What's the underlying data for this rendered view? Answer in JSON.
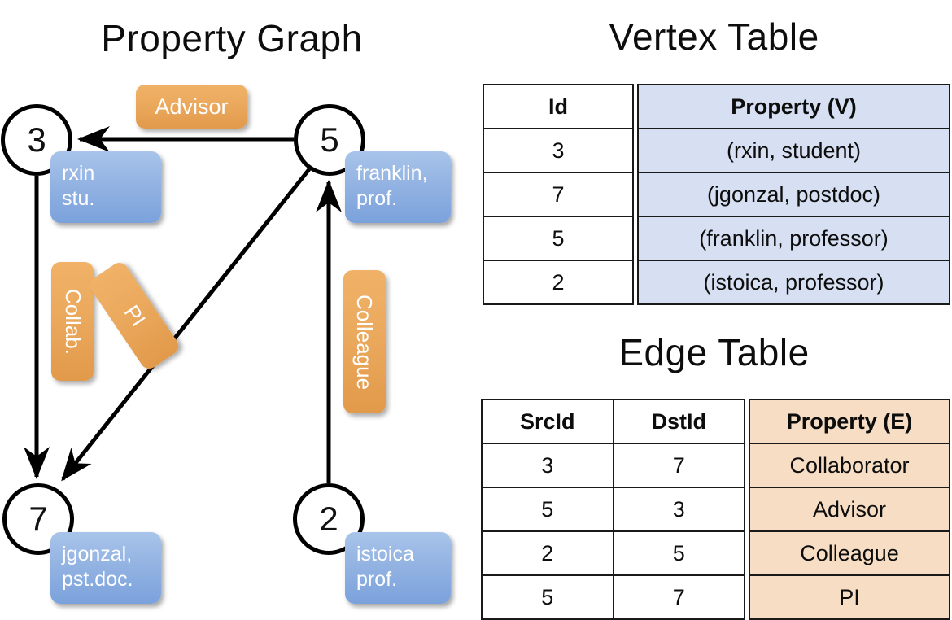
{
  "titles": {
    "property_graph": "Property Graph",
    "vertex_table": "Vertex Table",
    "edge_table": "Edge Table"
  },
  "colors": {
    "node_stroke": "#000000",
    "vertex_property_fill": "#d6e0f2",
    "edge_property_fill": "#f6ddc4",
    "vertex_box_blue": "#93b3e2",
    "edge_label_orange": "#eaa85c",
    "background": "#ffffff"
  },
  "graph": {
    "nodes": [
      {
        "id": "3",
        "label": "3",
        "property_lines": [
          "rxin",
          "stu."
        ]
      },
      {
        "id": "5",
        "label": "5",
        "property_lines": [
          "franklin,",
          "prof."
        ]
      },
      {
        "id": "7",
        "label": "7",
        "property_lines": [
          "jgonzal,",
          "pst.doc."
        ]
      },
      {
        "id": "2",
        "label": "2",
        "property_lines": [
          "istoica",
          "prof."
        ]
      }
    ],
    "edge_labels": [
      {
        "name": "advisor",
        "text": "Advisor",
        "orientation": "horizontal"
      },
      {
        "name": "collab",
        "text": "Collab.",
        "orientation": "vertical"
      },
      {
        "name": "pi",
        "text": "PI",
        "orientation": "diagonal"
      },
      {
        "name": "colleague",
        "text": "Colleague",
        "orientation": "vertical"
      }
    ],
    "edges": [
      {
        "src": "5",
        "dst": "3",
        "label": "Advisor"
      },
      {
        "src": "3",
        "dst": "7",
        "label": "Collab."
      },
      {
        "src": "5",
        "dst": "7",
        "label": "PI"
      },
      {
        "src": "2",
        "dst": "5",
        "label": "Colleague"
      }
    ]
  },
  "vertex_table": {
    "columns": [
      "Id",
      "Property (V)"
    ],
    "rows": [
      {
        "id": "3",
        "property": "(rxin, student)"
      },
      {
        "id": "7",
        "property": "(jgonzal, postdoc)"
      },
      {
        "id": "5",
        "property": "(franklin, professor)"
      },
      {
        "id": "2",
        "property": "(istoica, professor)"
      }
    ]
  },
  "edge_table": {
    "columns": [
      "SrcId",
      "DstId",
      "Property (E)"
    ],
    "rows": [
      {
        "src": "3",
        "dst": "7",
        "property": "Collaborator"
      },
      {
        "src": "5",
        "dst": "3",
        "property": "Advisor"
      },
      {
        "src": "2",
        "dst": "5",
        "property": "Colleague"
      },
      {
        "src": "5",
        "dst": "7",
        "property": "PI"
      }
    ]
  }
}
